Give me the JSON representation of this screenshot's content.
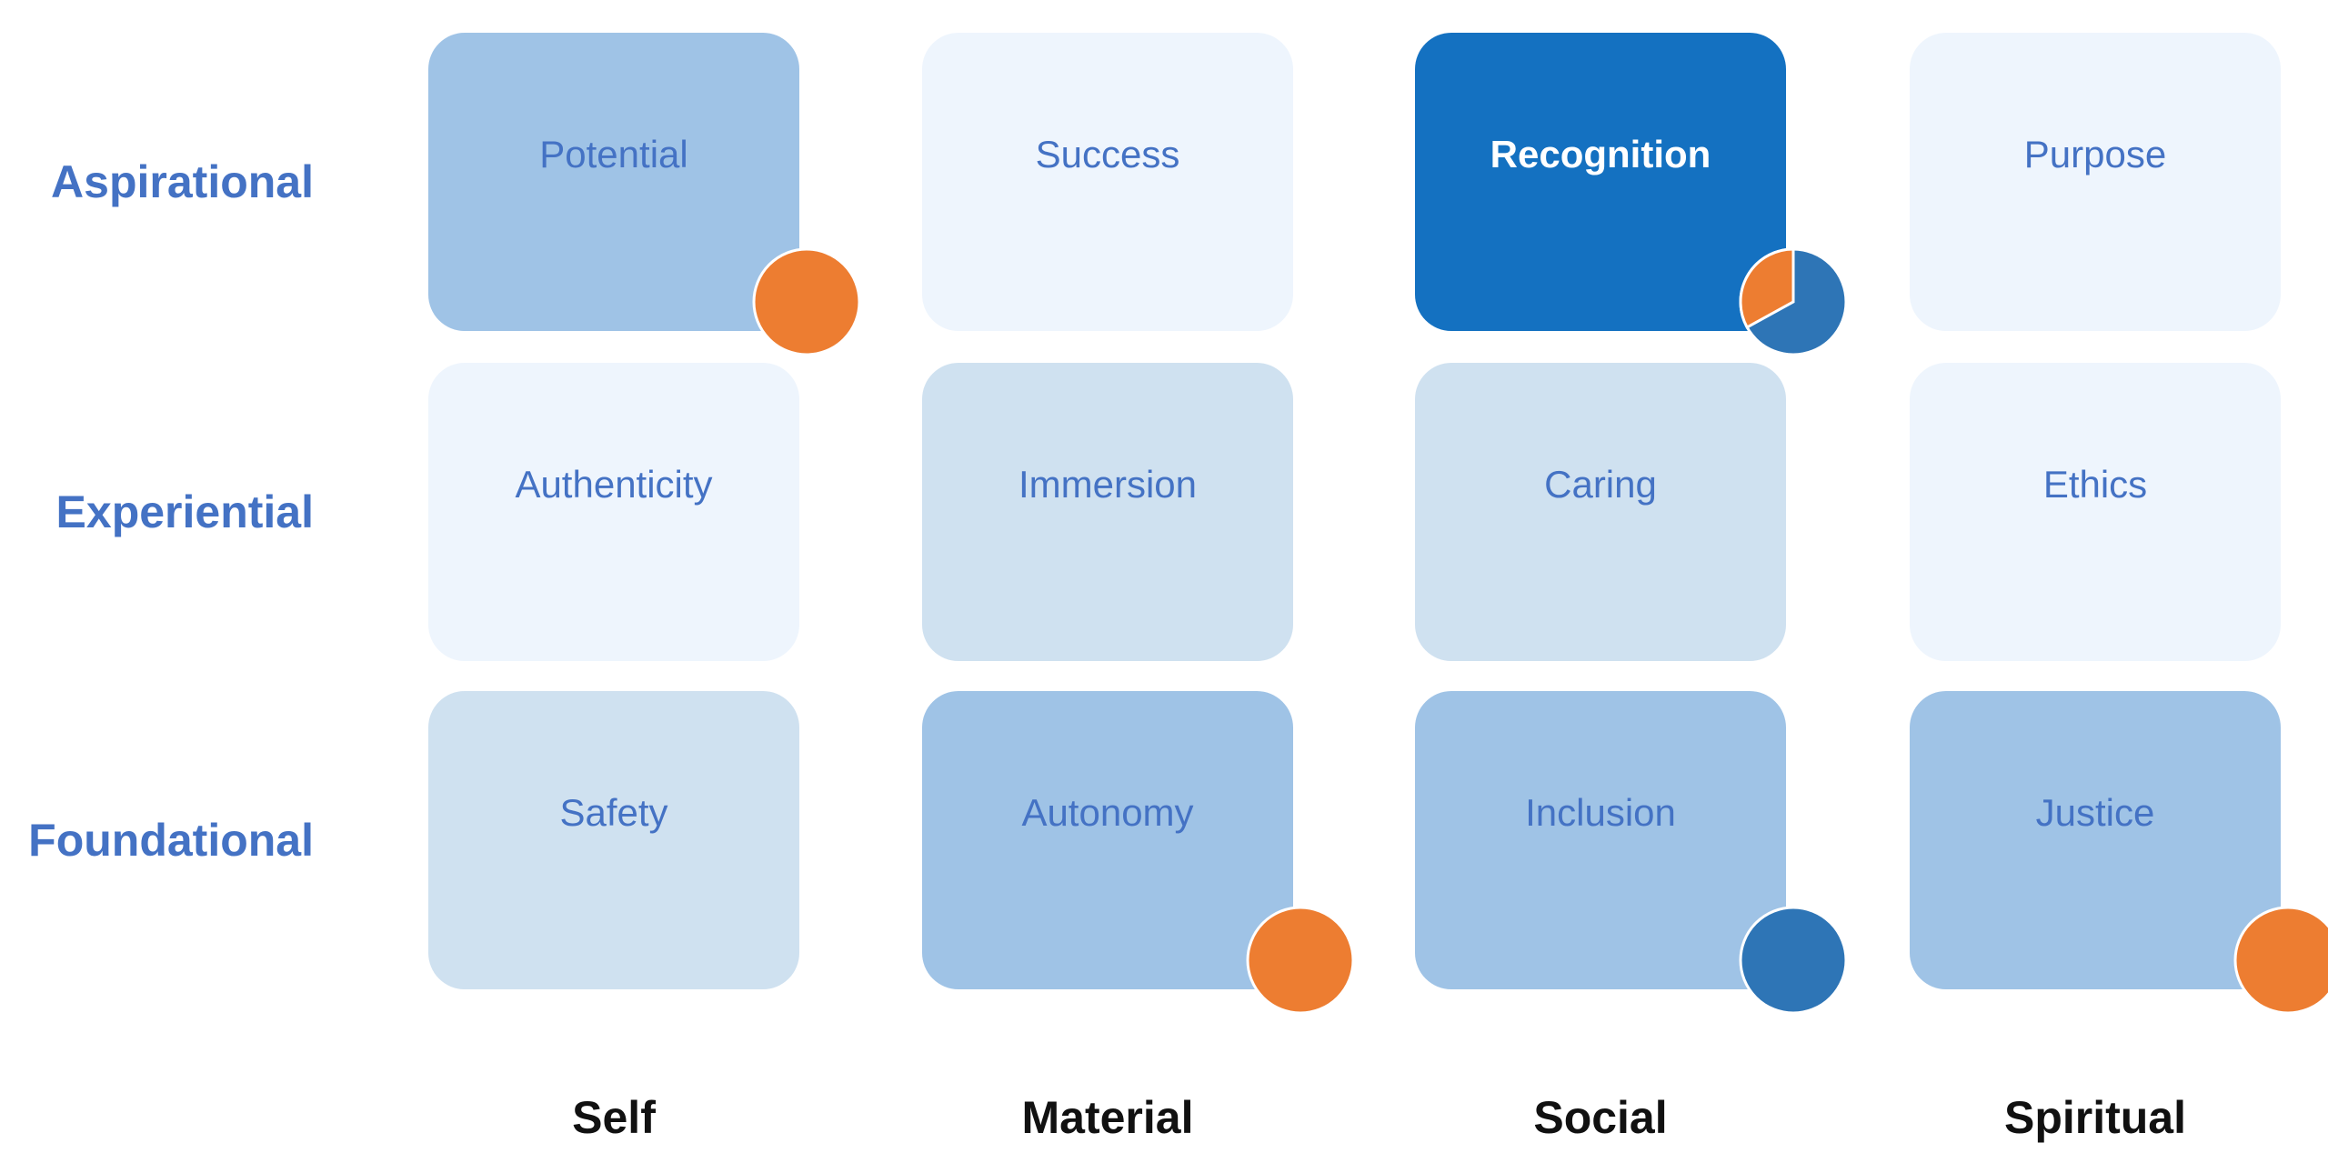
{
  "rows": [
    {
      "label": "Aspirational"
    },
    {
      "label": "Experiential"
    },
    {
      "label": "Foundational"
    }
  ],
  "columns": [
    {
      "label": "Self"
    },
    {
      "label": "Material"
    },
    {
      "label": "Social"
    },
    {
      "label": "Spiritual"
    }
  ],
  "colors": {
    "orange": "#ed7d31",
    "blue": "#2e75b6",
    "text": "#4472c4"
  },
  "cells": [
    [
      {
        "label": "Potential",
        "level": 2,
        "marker": {
          "type": "circle",
          "color": "orange"
        }
      },
      {
        "label": "Success",
        "level": 0
      },
      {
        "label": "Recognition",
        "level": 3,
        "marker": {
          "type": "pie",
          "orange_fraction": 0.33,
          "blue_fraction": 0.67
        }
      },
      {
        "label": "Purpose",
        "level": 0
      }
    ],
    [
      {
        "label": "Authenticity",
        "level": 0
      },
      {
        "label": "Immersion",
        "level": 1
      },
      {
        "label": "Caring",
        "level": 1
      },
      {
        "label": "Ethics",
        "level": 0
      }
    ],
    [
      {
        "label": "Safety",
        "level": 1
      },
      {
        "label": "Autonomy",
        "level": 2,
        "marker": {
          "type": "circle",
          "color": "orange"
        }
      },
      {
        "label": "Inclusion",
        "level": 2,
        "marker": {
          "type": "circle",
          "color": "blue"
        }
      },
      {
        "label": "Justice",
        "level": 2,
        "marker": {
          "type": "circle",
          "color": "orange"
        }
      }
    ]
  ]
}
